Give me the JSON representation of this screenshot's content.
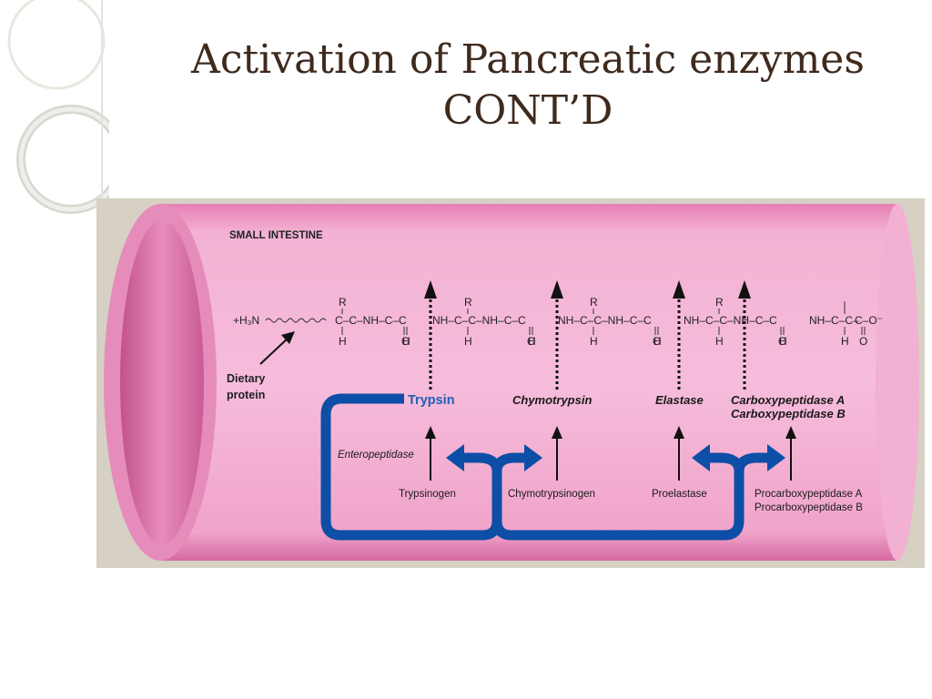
{
  "slide": {
    "title_line1": "Activation of Pancreatic enzymes",
    "title_line2": "CONT’D"
  },
  "diagram": {
    "region_label": "SMALL INTESTINE",
    "dietary_protein": [
      "Dietary",
      "protein"
    ],
    "n_terminus": "+H₃N",
    "c_terminus": "C–O⁻",
    "backbone": {
      "side_label": "R",
      "units": [
        "C–C–NH–C–C",
        "NH–C–C–NH–C–C",
        "NH–C–C–NH–C–C",
        "NH–C–C–NH–C–C",
        "NH–C–C–"
      ],
      "h": "H",
      "o": "O"
    },
    "enteropeptidase": "Enteropeptidase",
    "enzymes": {
      "trypsin": "Trypsin",
      "chymotrypsin": "Chymotrypsin",
      "elastase": "Elastase",
      "carboxy_a": "Carboxypeptidase A",
      "carboxy_b": "Carboxypeptidase B"
    },
    "proenzymes": {
      "trypsinogen": "Trypsinogen",
      "chymotrypsinogen": "Chymotrypsinogen",
      "proelastase": "Proelastase",
      "procarboxy_a": "Procarboxypeptidase A",
      "procarboxy_b": "Procarboxypeptidase B"
    },
    "colors": {
      "tube_pink": "#f2a9cf",
      "tube_dark": "#c75a94",
      "activation_blue": "#0d4ea6",
      "trypsin_text": "#1f5fb8"
    }
  }
}
